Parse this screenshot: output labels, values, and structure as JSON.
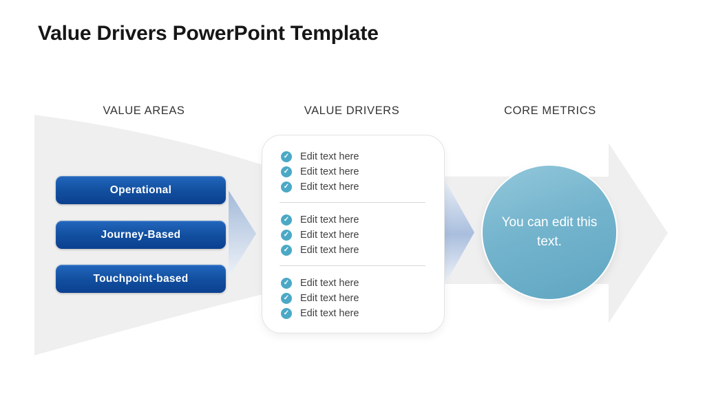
{
  "slide": {
    "title": "Value Drivers PowerPoint Template",
    "columns": [
      {
        "label": "VALUE AREAS"
      },
      {
        "label": "VALUE DRIVERS"
      },
      {
        "label": "CORE METRICS"
      }
    ],
    "value_areas": {
      "items": [
        {
          "label": "Operational"
        },
        {
          "label": "Journey-Based"
        },
        {
          "label": "Touchpoint-based"
        }
      ]
    },
    "value_drivers": {
      "groups": [
        {
          "items": [
            "Edit text here",
            "Edit text here",
            "Edit text here"
          ]
        },
        {
          "items": [
            "Edit text here",
            "Edit text here",
            "Edit text here"
          ]
        },
        {
          "items": [
            "Edit text here",
            "Edit text here",
            "Edit text here"
          ]
        }
      ]
    },
    "core_metrics": {
      "circle_text": "You can edit this text."
    },
    "icons": {
      "check": "✓"
    },
    "colors": {
      "button_blue": "#0c4090",
      "check_teal": "#4ba9c6",
      "circle_teal": "#6fb2cb",
      "arrow_gray": "#efefef",
      "chevron_blue": "#a9bedd"
    }
  }
}
